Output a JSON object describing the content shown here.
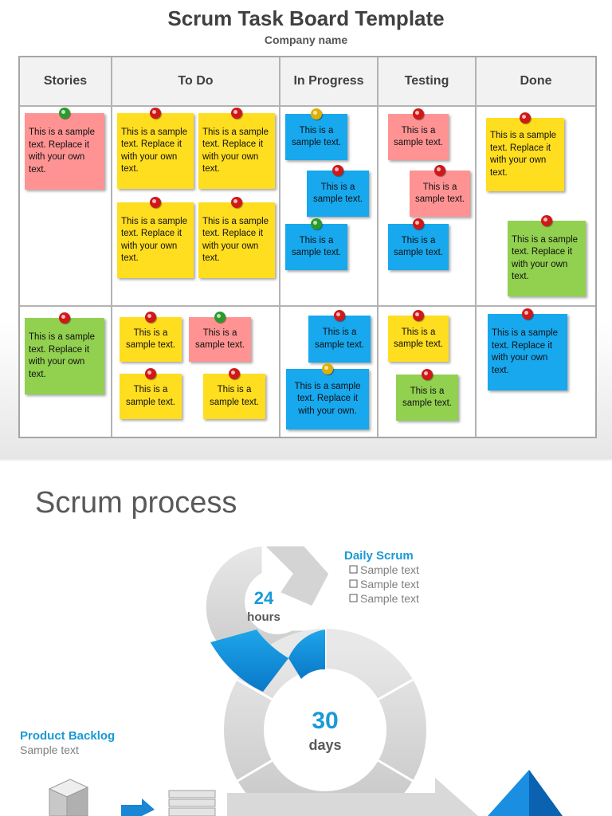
{
  "board": {
    "title": "Scrum Task Board Template",
    "subtitle": "Company name",
    "columns": [
      "Stories",
      "To Do",
      "In Progress",
      "Testing",
      "Done"
    ]
  },
  "notes": {
    "long4": "This is a sample text. Replace it with your own text.",
    "short2": "This is a sample text.",
    "own3": "This is a sample text. Replace it with your own."
  },
  "process": {
    "title": "Scrum process",
    "daily_scrum": {
      "title": "Daily Scrum",
      "items": [
        "Sample text",
        "Sample text",
        "Sample text"
      ]
    },
    "hours_value": "24",
    "hours_label": "hours",
    "days_value": "30",
    "days_label": "days",
    "product_backlog": {
      "title": "Product Backlog",
      "text": "Sample text"
    }
  },
  "colors": {
    "yellow": "#ffdd1f",
    "pink": "#ff9393",
    "blue": "#17a8ee",
    "green": "#92d050",
    "accent": "#1a9ad6"
  }
}
